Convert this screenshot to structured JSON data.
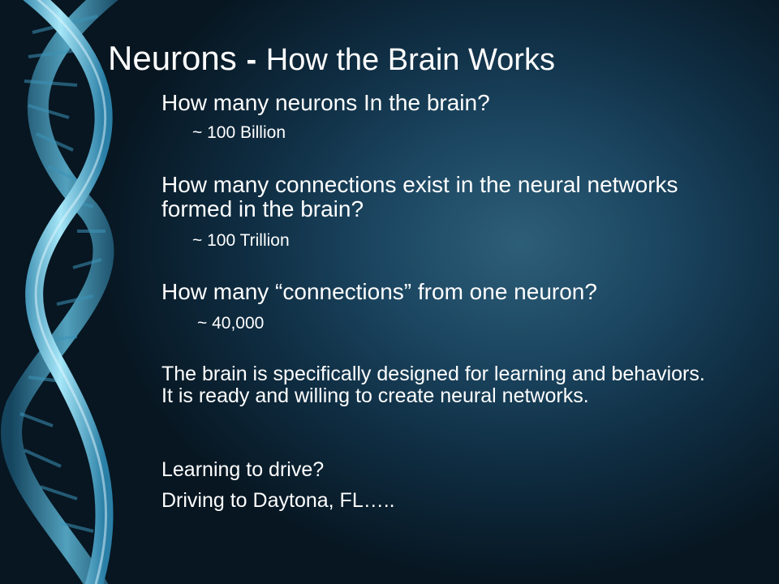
{
  "slide": {
    "title_main": "Neurons",
    "title_separator": "-",
    "title_sub": "How the Brain Works",
    "items": [
      {
        "question": "How many neurons In the brain?",
        "answer": "~ 100 Billion"
      },
      {
        "question": "How many connections exist in the neural networks formed in the brain?",
        "answer": "~ 100 Trillion"
      },
      {
        "question": "How many “connections” from one neuron?",
        "answer": "~ 40,000"
      }
    ],
    "paragraph": "The brain is specifically designed for learning and behaviors.  It is ready and willing to create neural networks.",
    "line1": "Learning to drive?",
    "line2": "Driving to Daytona, FL….."
  },
  "colors": {
    "background": "#1b4560",
    "helix_light": "#7fd3ee",
    "helix_dark": "#1f6a8c",
    "text": "#ffffff"
  },
  "icons": {
    "decoration": "dna-helix"
  }
}
